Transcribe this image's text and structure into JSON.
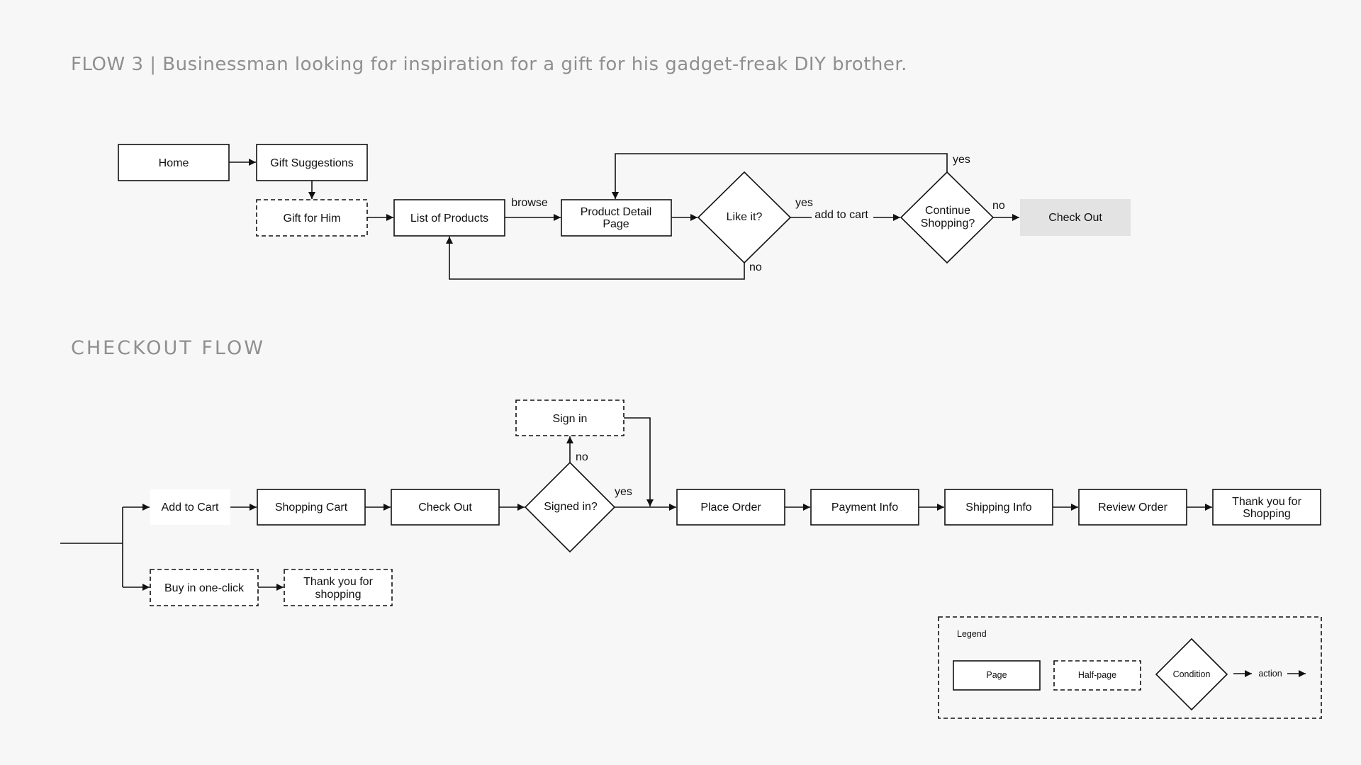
{
  "titles": {
    "flow3": "FLOW 3 | Businessman looking for inspiration for a gift for his gadget-freak DIY brother.",
    "checkout": "CHECKOUT FLOW"
  },
  "flow3": {
    "home": "Home",
    "gift_suggestions": "Gift Suggestions",
    "gift_for_him": "Gift for Him",
    "list_of_products": "List of Products",
    "product_detail_line1": "Product Detail",
    "product_detail_line2": "Page",
    "like_it": "Like it?",
    "continue_line1": "Continue",
    "continue_line2": "Shopping?",
    "check_out": "Check Out",
    "edge_browse": "browse",
    "edge_like_yes": "yes",
    "edge_add_to_cart": "add to cart",
    "edge_like_no": "no",
    "edge_continue_yes": "yes",
    "edge_continue_no": "no"
  },
  "checkout": {
    "add_to_cart": "Add to Cart",
    "shopping_cart": "Shopping Cart",
    "check_out": "Check Out",
    "signed_in": "Signed in?",
    "sign_in": "Sign in",
    "place_order": "Place Order",
    "payment_info": "Payment Info",
    "shipping_info": "Shipping Info",
    "review_order": "Review Order",
    "thank_you_line1": "Thank you for",
    "thank_you_line2": "Shopping",
    "buy_one_click": "Buy in one-click",
    "thank_you_small_line1": "Thank you for",
    "thank_you_small_line2": "shopping",
    "edge_no": "no",
    "edge_yes": "yes"
  },
  "legend": {
    "title": "Legend",
    "page": "Page",
    "half_page": "Half-page",
    "condition": "Condition",
    "action": "action"
  }
}
